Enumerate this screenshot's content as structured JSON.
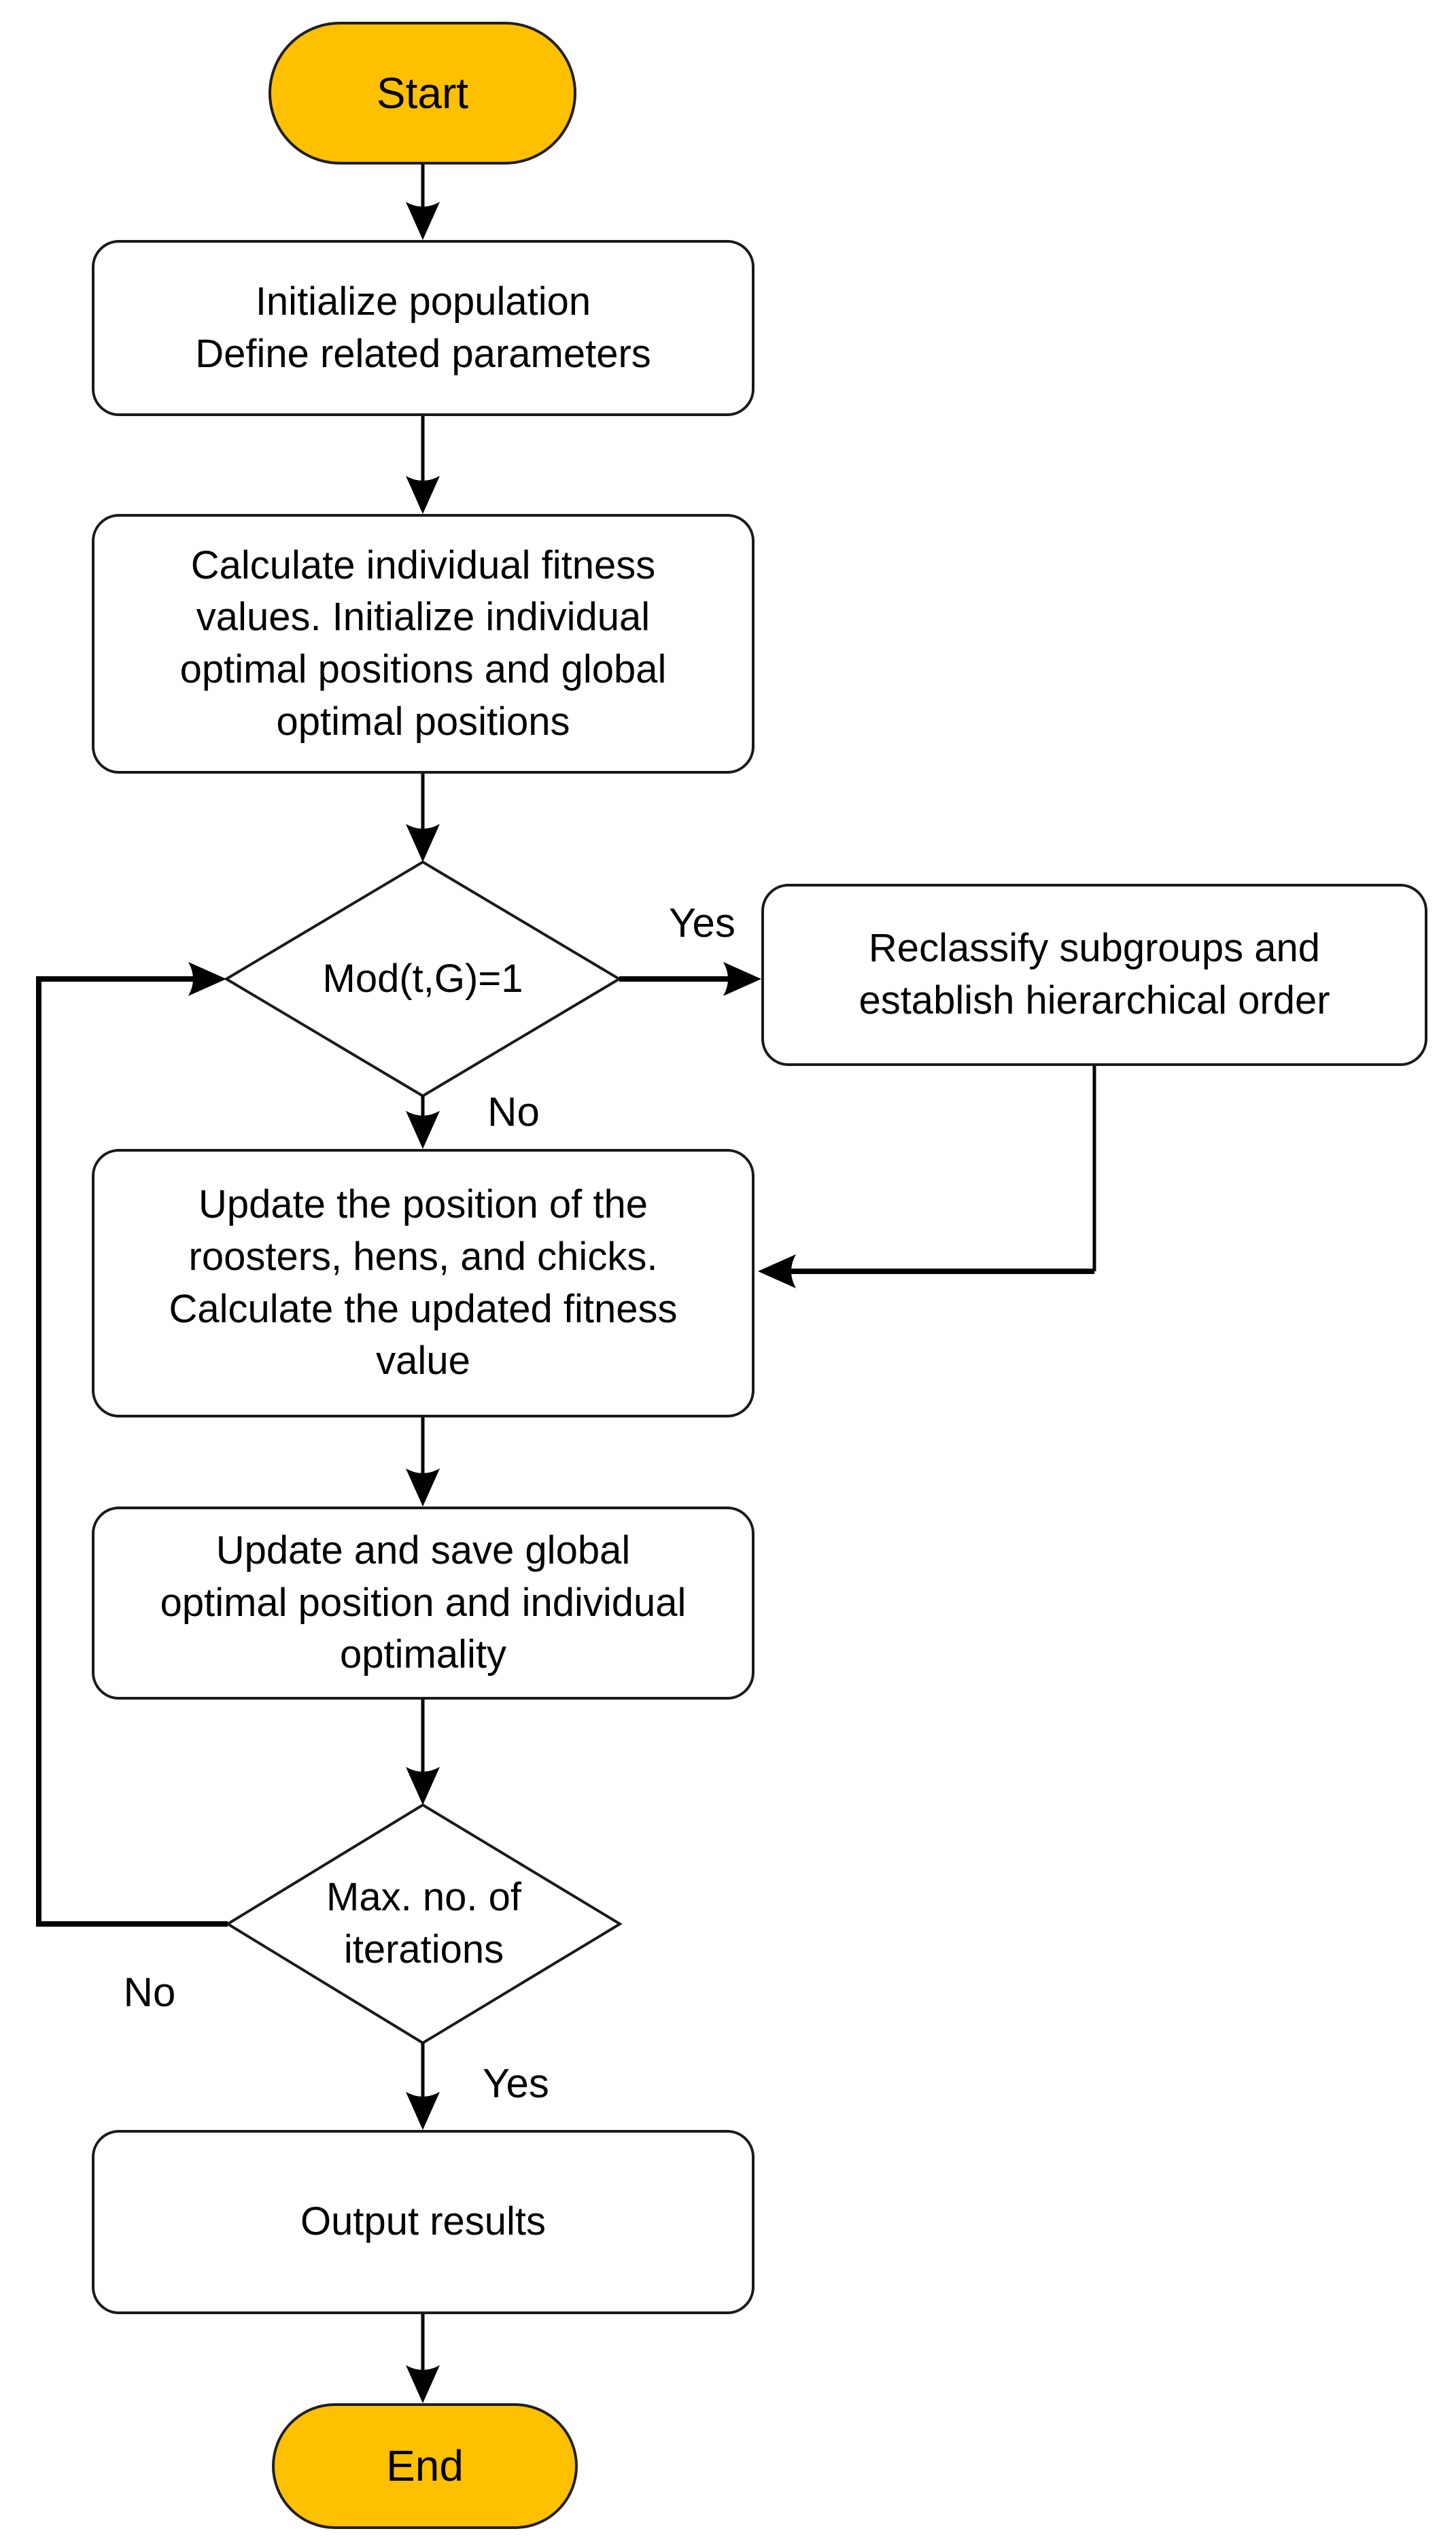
{
  "colors": {
    "background": "#ffffff",
    "terminal_fill": "#FFC000",
    "node_border": "#1a1a1a",
    "line": "#000000",
    "text": "#000000"
  },
  "nodes": {
    "start": {
      "shape": "terminal",
      "label": "Start"
    },
    "init": {
      "shape": "process",
      "label": "Initialize population\nDefine related parameters"
    },
    "fitness": {
      "shape": "process",
      "label": "Calculate individual fitness\nvalues. Initialize individual\noptimal positions and global\noptimal positions"
    },
    "mod": {
      "shape": "decision",
      "label": "Mod(t,G)=1"
    },
    "reclassify": {
      "shape": "process",
      "label": "Reclassify subgroups and\nestablish hierarchical order"
    },
    "update_positions": {
      "shape": "process",
      "label": "Update the position of the\nroosters, hens, and chicks.\nCalculate the updated fitness\nvalue"
    },
    "save_global": {
      "shape": "process",
      "label": "Update and save global\noptimal position and individual\noptimality"
    },
    "max_iter": {
      "shape": "decision",
      "label": "Max. no. of\niterations"
    },
    "output": {
      "shape": "process",
      "label": "Output results"
    },
    "end": {
      "shape": "terminal",
      "label": "End"
    }
  },
  "edge_labels": {
    "mod_yes": "Yes",
    "mod_no": "No",
    "max_iter_no": "No",
    "max_iter_yes": "Yes"
  }
}
